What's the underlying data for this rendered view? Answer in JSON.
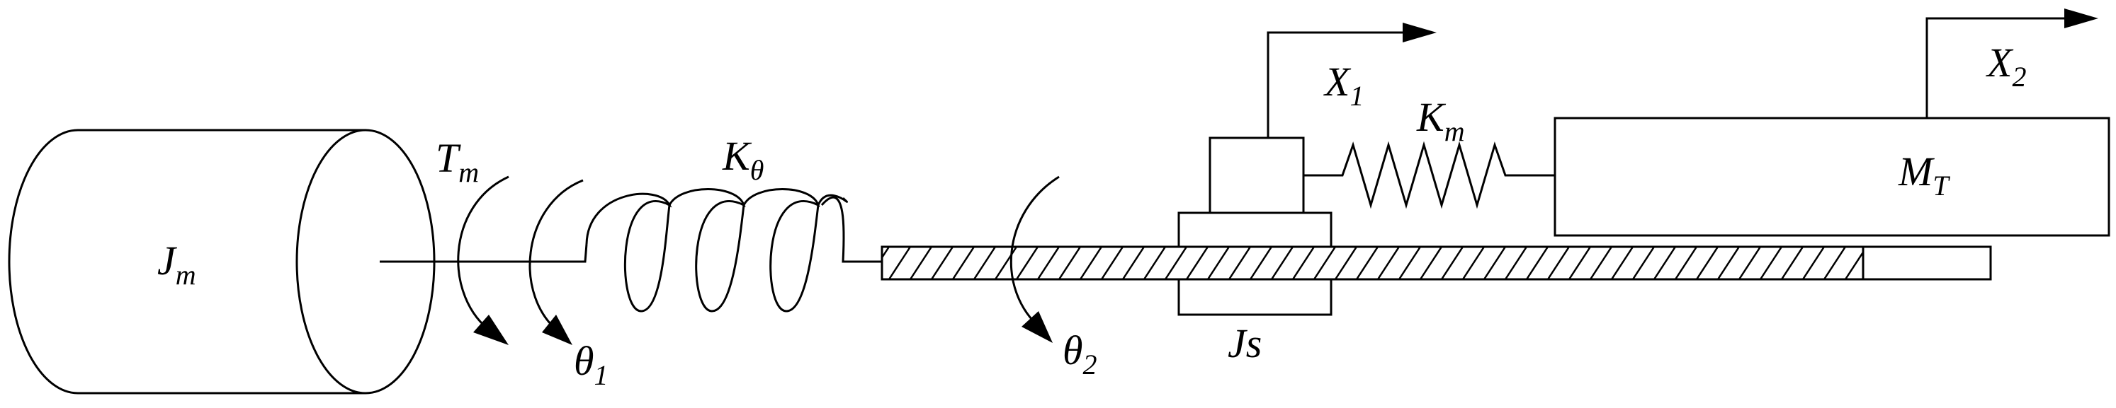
{
  "labels": {
    "motor_inertia": {
      "main": "J",
      "sub": "m"
    },
    "motor_torque": {
      "main": "T",
      "sub": "m"
    },
    "torsional_stiffness": {
      "main": "K",
      "sub": "θ"
    },
    "angle_1": {
      "main": "θ",
      "sub": "1"
    },
    "angle_2": {
      "main": "θ",
      "sub": "2"
    },
    "displacement_1": {
      "main": "X",
      "sub": "1"
    },
    "displacement_2": {
      "main": "X",
      "sub": "2"
    },
    "axial_stiffness": {
      "main": "K",
      "sub": "m"
    },
    "table_mass": {
      "main": "M",
      "sub": "T"
    },
    "screw_inertia": {
      "main": "Js",
      "sub": ""
    }
  }
}
